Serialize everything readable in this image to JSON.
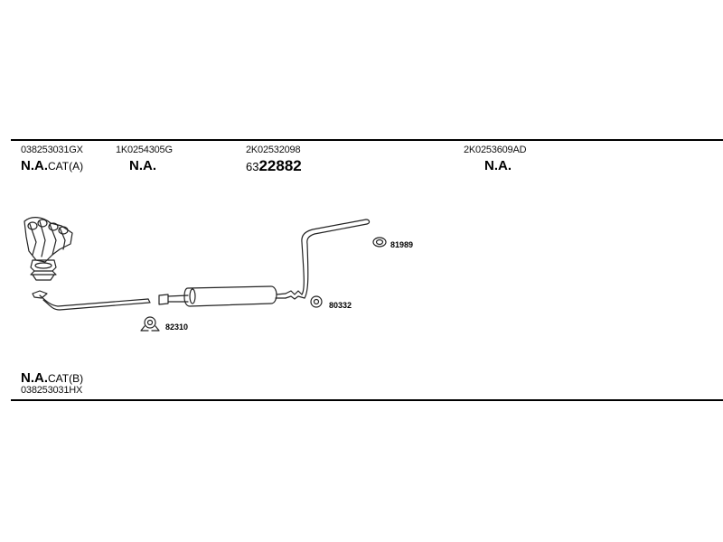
{
  "columns": [
    {
      "part_number": "038253031GX",
      "label": "N.A.",
      "suffix": "CAT(A)"
    },
    {
      "part_number": "1K0254305G",
      "label": "N.A."
    },
    {
      "part_number": "2K02532098",
      "code_prefix": "63",
      "code_main": "22882"
    },
    {
      "part_number": "2K0253609AD",
      "label": "N.A."
    }
  ],
  "bottom": {
    "label": "N.A.",
    "suffix": "CAT(B)",
    "part_number": "038253031HX"
  },
  "parts": {
    "hanger_top": "81989",
    "hanger_mid": "80332",
    "clamp": "82310"
  }
}
